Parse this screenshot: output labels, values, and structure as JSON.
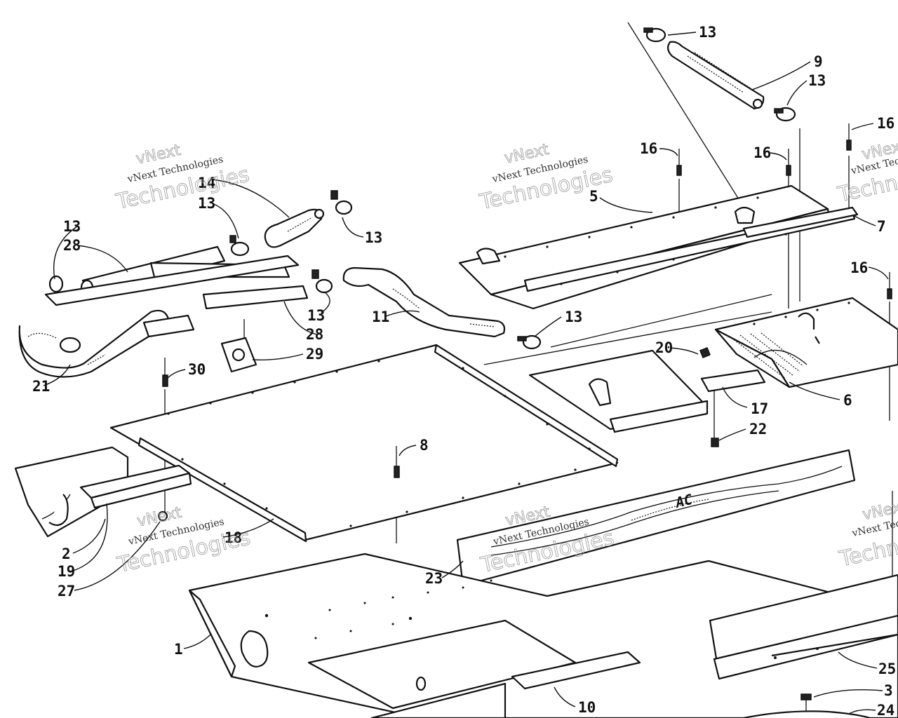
{
  "diagram": {
    "callouts": [
      {
        "id": "c13a",
        "label": "13"
      },
      {
        "id": "c9",
        "label": "9"
      },
      {
        "id": "c13b",
        "label": "13"
      },
      {
        "id": "c16a",
        "label": "16"
      },
      {
        "id": "c16b",
        "label": "16"
      },
      {
        "id": "c16c",
        "label": "16"
      },
      {
        "id": "c16d",
        "label": "16"
      },
      {
        "id": "c5",
        "label": "5"
      },
      {
        "id": "c7",
        "label": "7"
      },
      {
        "id": "c14",
        "label": "14"
      },
      {
        "id": "c13c",
        "label": "13"
      },
      {
        "id": "c13d",
        "label": "13"
      },
      {
        "id": "c13e",
        "label": "13"
      },
      {
        "id": "c28a",
        "label": "28"
      },
      {
        "id": "c13f",
        "label": "13"
      },
      {
        "id": "c28b",
        "label": "28"
      },
      {
        "id": "c29",
        "label": "29"
      },
      {
        "id": "c11",
        "label": "11"
      },
      {
        "id": "c13g",
        "label": "13"
      },
      {
        "id": "c21",
        "label": "21"
      },
      {
        "id": "c30",
        "label": "30"
      },
      {
        "id": "c20",
        "label": "20"
      },
      {
        "id": "c17",
        "label": "17"
      },
      {
        "id": "c6",
        "label": "6"
      },
      {
        "id": "c22",
        "label": "22"
      },
      {
        "id": "c8",
        "label": "8"
      },
      {
        "id": "c18",
        "label": "18"
      },
      {
        "id": "c2",
        "label": "2"
      },
      {
        "id": "c19",
        "label": "19"
      },
      {
        "id": "c27",
        "label": "27"
      },
      {
        "id": "c23",
        "label": "23"
      },
      {
        "id": "c1",
        "label": "1"
      },
      {
        "id": "c10",
        "label": "10"
      },
      {
        "id": "c25",
        "label": "25"
      },
      {
        "id": "c3",
        "label": "3"
      },
      {
        "id": "c24",
        "label": "24"
      }
    ]
  },
  "watermark": {
    "brand": "vNext",
    "company": "vNext Technologies",
    "word": "Technologies"
  },
  "decal": {
    "text": "AC"
  }
}
